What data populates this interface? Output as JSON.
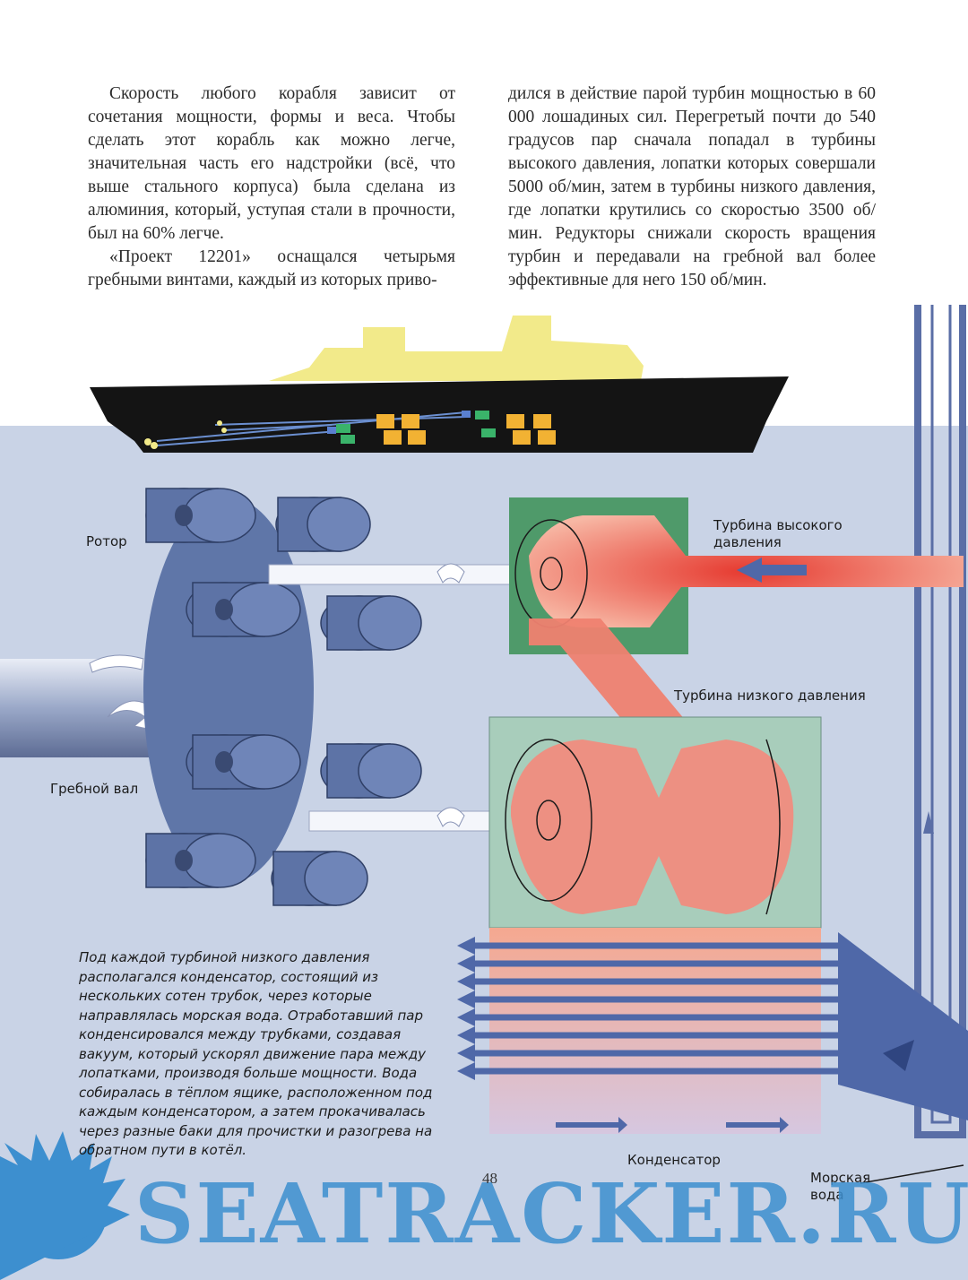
{
  "text": {
    "left_p1": "Скорость любого корабля зависит от сочетания мощности, формы и веса. Чтобы сделать этот корабль как можно легче, значительная часть его надстройки (всё, что выше стального корпуса) была сделана из алюминия, который, уступая стали в прочности, был на 60% легче.",
    "left_p2": "«Проект 12201» оснащался четырьмя гребными винтами, каждый из которых приво-",
    "right_p1": "дился в действие парой турбин мощностью в 60 000 лошадиных сил. Перегретый почти до 540 градусов пар сначала попадал в турбины высокого давления, лопатки которых совершали 5000 об/мин, затем в турбины низкого давления, где лопатки крутились со скоростью 3500 об/мин. Редукторы снижали скорость вращения турбин и передавали на гребной вал более эффективные для него 150 об/мин."
  },
  "labels": {
    "rotor": "Ротор",
    "hp_turbine_line1": "Турбина высокого",
    "hp_turbine_line2": "давления",
    "lp_turbine": "Турбина низкого давления",
    "propeller_shaft": "Гребной вал",
    "condenser": "Конденсатор",
    "seawater_line1": "Морская",
    "seawater_line2": "вода"
  },
  "caption": "Под каждой турбиной низкого давления располагался конденсатор, состоящий из нескольких сотен трубок, через которые направлялась морская вода. Отработавший пар конденсировался между трубками, создавая вакуум, который ускорял движение пара между лопатками, производя больше мощности. Вода собиралась в тёплом ящике, расположенном под каждым конденсатором, а затем прокачивалась через разные баки для прочистки и разогрева на обратном пути в котёл.",
  "page_number": "48",
  "watermark": "SEATRACKER.RU",
  "colors": {
    "water": "#c9d3e6",
    "hull": "#141414",
    "superstructure": "#f2ea8a",
    "gear_blue": "#5f76a8",
    "turbine_green": "#4f9a6a",
    "lp_box": "#a8cdbb",
    "steam_red": "#e8433a",
    "pipe_blue": "#4f68a8",
    "watermark": "#3d8fcf"
  }
}
